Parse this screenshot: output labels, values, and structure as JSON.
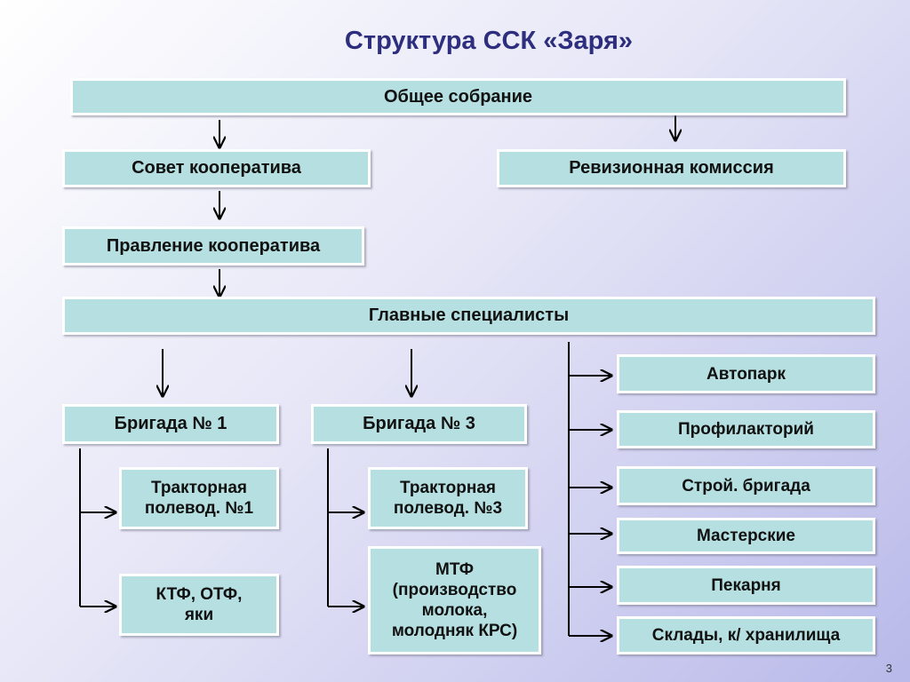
{
  "title": "Структура ССК «Заря»",
  "boxes": {
    "general_meeting": "Общее собрание",
    "council": "Совет кооператива",
    "audit_commission": "Ревизионная комиссия",
    "board": "Правление кооператива",
    "chief_specialists": "Главные специалисты",
    "brigade1": "Бригада № 1",
    "brigade3": "Бригада № 3",
    "tractor1": "Тракторная\nполевод. №1",
    "tractor3": "Тракторная\nполевод. №3",
    "ktf": "КТФ, ОТФ,\nяки",
    "mtf": "МТФ\n(производство\nмолока,\nмолодняк КРС)",
    "motor_depot": "Автопарк",
    "sanatorium": "Профилакторий",
    "construction": "Строй. бригада",
    "workshops": "Мастерские",
    "bakery": "Пекарня",
    "warehouses": "Склады, к/ хранилища"
  },
  "page_number": "3",
  "colors": {
    "title": "#2e2e7e",
    "box_fill": "#b5dfe0",
    "box_border": "#ffffff",
    "connector": "#000000"
  }
}
